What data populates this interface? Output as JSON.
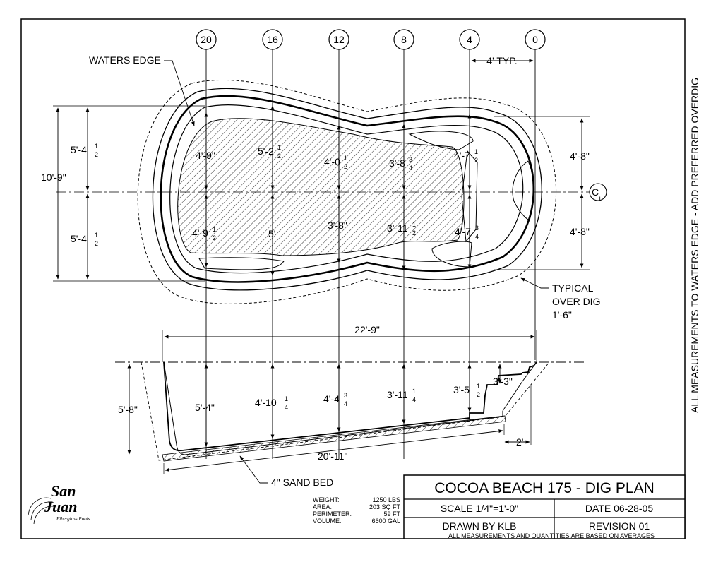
{
  "stations": [
    "20",
    "16",
    "12",
    "8",
    "4",
    "0"
  ],
  "labels": {
    "waters_edge": "WATERS EDGE",
    "typ": "4' TYP.",
    "typical_over_dig": [
      "TYPICAL",
      "OVER DIG",
      "1'-6\""
    ],
    "side_note": "ALL MEASUREMENTS TO WATERS EDGE - ADD PREFERRED OVERDIG",
    "sand_bed": "4\" SAND BED",
    "centerline": "C",
    "centerline_sub": "L"
  },
  "plan_dims": {
    "total_width": "10'-9\"",
    "half_top": "5'-4",
    "half_bottom": "5'-4",
    "half_frac": [
      "1",
      "2"
    ],
    "right_top": "4'-8\"",
    "right_bottom": "4'-8\""
  },
  "plan_depths_top": [
    {
      "whole": "4'-9\"",
      "num": "",
      "den": ""
    },
    {
      "whole": "5'-2",
      "num": "1",
      "den": "2"
    },
    {
      "whole": "4'-0",
      "num": "1",
      "den": "2"
    },
    {
      "whole": "3'-8",
      "num": "3",
      "den": "4"
    },
    {
      "whole": "4'-7",
      "num": "1",
      "den": "2"
    }
  ],
  "plan_depths_bottom": [
    {
      "whole": "4'-9",
      "num": "1",
      "den": "2"
    },
    {
      "whole": "5'",
      "num": "",
      "den": ""
    },
    {
      "whole": "3'-8\"",
      "num": "",
      "den": ""
    },
    {
      "whole": "3'-11",
      "num": "1",
      "den": "2"
    },
    {
      "whole": "4'-7",
      "num": "3",
      "den": "4"
    }
  ],
  "section": {
    "overall_length": "22'-9\"",
    "floor_length": "20'-11\"",
    "overall_depth": "5'-8\"",
    "step_width": "2'",
    "depths": [
      {
        "whole": "5'-4\"",
        "num": "",
        "den": ""
      },
      {
        "whole": "4'-10",
        "num": "1",
        "den": "4"
      },
      {
        "whole": "4'-4",
        "num": "3",
        "den": "4"
      },
      {
        "whole": "3'-11",
        "num": "1",
        "den": "4"
      },
      {
        "whole": "3'-5",
        "num": "1",
        "den": "2"
      },
      {
        "whole": "3'-3\"",
        "num": "",
        "den": ""
      }
    ]
  },
  "specs": [
    {
      "label": "WEIGHT:",
      "value": "1250 LBS"
    },
    {
      "label": "AREA:",
      "value": "203 SQ FT"
    },
    {
      "label": "PERIMETER:",
      "value": "59 FT"
    },
    {
      "label": "VOLUME:",
      "value": "6600 GAL"
    }
  ],
  "logo": {
    "line1": "San",
    "line2": "Juan",
    "tagline": "Fiberglass Pools"
  },
  "title_block": {
    "title": "COCOA BEACH 175 - DIG PLAN",
    "scale": "SCALE 1/4\"=1'-0\"",
    "date": "DATE 06-28-05",
    "drawn_by": "DRAWN BY KLB",
    "revision": "REVISION 01",
    "footnote": "ALL MEASUREMENTS AND QUANTITIES ARE BASED ON AVERAGES"
  }
}
